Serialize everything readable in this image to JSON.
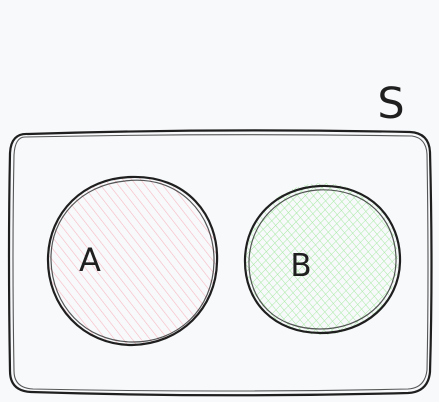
{
  "diagram": {
    "universe": {
      "label": "S"
    },
    "sets": [
      {
        "id": "A",
        "label": "A",
        "fill_color": "#f6b9c2",
        "stroke_color": "#1f1f1f"
      },
      {
        "id": "B",
        "label": "B",
        "fill_color": "#a9eaa6",
        "stroke_color": "#1f1f1f"
      }
    ],
    "relationship": "disjoint"
  }
}
